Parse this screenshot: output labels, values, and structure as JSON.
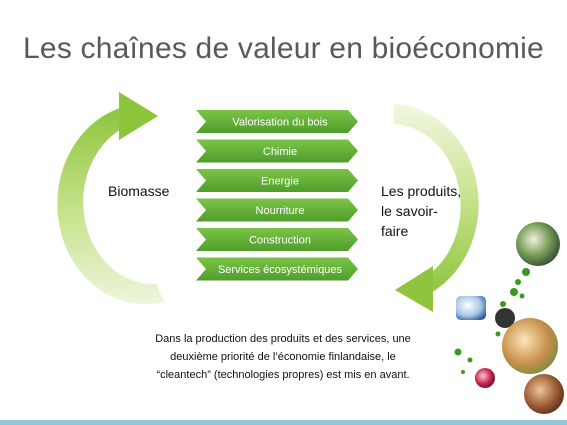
{
  "title": "Les chaînes de valeur en bioéconomie",
  "left_label": "Biomasse",
  "right_label": [
    "Les produits,",
    "le savoir-",
    "faire"
  ],
  "chevrons": [
    "Valorisation du bois",
    "Chimie",
    "Energie",
    "Nourriture",
    "Construction",
    "Services écosystémiques"
  ],
  "caption": [
    "Dans la production des produits et des services, une",
    "deuxième priorité de l’économie finlandaise, le",
    "“cleantech” (technologies propres) est mis en avant."
  ],
  "colors": {
    "arrow_green": "#a8d05a",
    "chevron_green": "#6cb83a",
    "bottom_bar": "#8fc6d8"
  }
}
